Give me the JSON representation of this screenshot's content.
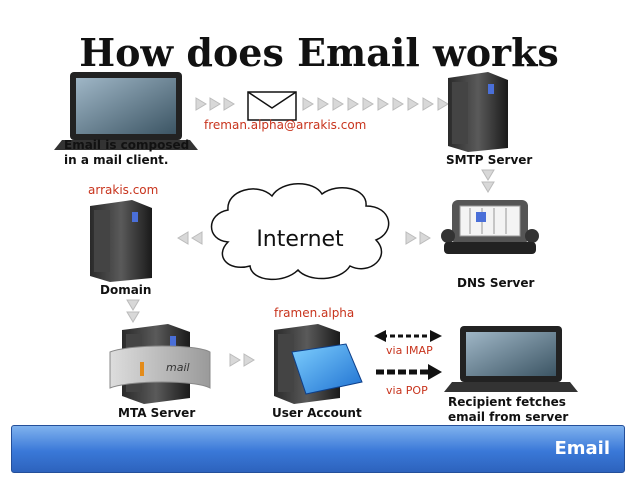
{
  "title": "How does Email works",
  "labels": {
    "composed": "Email is composed\nin a mail client.",
    "sender_address": "freman.alpha@arrakis.com",
    "smtp": "SMTP Server",
    "dns": "DNS Server",
    "internet": "Internet",
    "domain_name": "arrakis.com",
    "domain": "Domain",
    "mta": "MTA Server",
    "mail_tag": "mail",
    "account_name": "framen.alpha",
    "user_account": "User Account",
    "via_imap": "via IMAP",
    "via_pop": "via POP",
    "recipient": "Recipient fetches\nemail from server"
  },
  "footer": {
    "label": "Email"
  }
}
